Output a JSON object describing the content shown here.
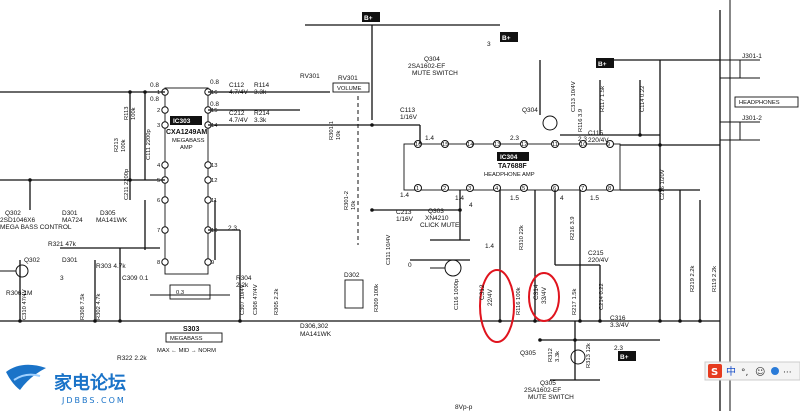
{
  "rail": {
    "bplus": "B+"
  },
  "ic303": {
    "ref": "IC303",
    "part": "CXA1249AM",
    "desc1": "MEGABASS",
    "desc2": "AMP",
    "pins_left": [
      "1",
      "2",
      "3",
      "4",
      "5",
      "6",
      "7",
      "8"
    ],
    "pins_right": [
      "16",
      "15",
      "14",
      "13",
      "12",
      "11",
      "10",
      "9"
    ]
  },
  "ic304": {
    "ref": "IC304",
    "part": "TA7688F",
    "desc": "HEADPHONE AMP",
    "pins_top": [
      "16",
      "15",
      "14",
      "13",
      "12",
      "11",
      "10",
      "9"
    ],
    "pins_bottom": [
      "1",
      "2",
      "3",
      "4",
      "5",
      "6",
      "7",
      "8"
    ]
  },
  "q302": {
    "ref": "Q302",
    "part": "2SD1046X6",
    "desc": "MEGA BASS CONTROL"
  },
  "d301": {
    "ref": "D301",
    "part": "MA724"
  },
  "d305": {
    "ref": "D305",
    "part": "MA141WK"
  },
  "q303": {
    "ref": "Q303",
    "part": "XN4210",
    "desc": "CLICK MUTE"
  },
  "q304": {
    "ref": "Q304",
    "part": "2SA1602-EF",
    "desc": "MUTE SWITCH"
  },
  "q305": {
    "ref": "Q305",
    "part": "2SA1602-EF",
    "desc": "MUTE SWITCH"
  },
  "d306": {
    "ref": "D306,302",
    "part": "MA141WK"
  },
  "rv301": {
    "ref": "RV301",
    "desc": "VOLUME"
  },
  "s303": {
    "ref": "S303",
    "desc": "MEGABASS",
    "modes": "MAX ← MID → NORM"
  },
  "headphones": {
    "label": "HEADPHONES",
    "j1": "J301-1",
    "j2": "J301-2"
  },
  "components": {
    "c112": "C112",
    "c112v": "4.7/4V",
    "r114": "R114",
    "r114v": "3.3k",
    "c212": "C212",
    "c212v": "4.7/4V",
    "r214": "R214",
    "r214v": "3.3k",
    "r113": "R113",
    "r113v": "100k",
    "r213": "R213",
    "r213v": "100k",
    "c111": "C111 2200p",
    "c211": "C211 2200p",
    "r321": "R321 47k",
    "r302": "R302 4.7k",
    "r303": "R303 4.7k",
    "c309": "C309 0.1",
    "c310": "C310 47/4V",
    "r308": "R308 7.5k",
    "r322": "R322 2.2k",
    "r304": "R304",
    "r304v": "2.2k",
    "c307": "C307 10/4V",
    "c308": "C308 47/4V",
    "r305": "R305 2.2k",
    "r301": "R301-1",
    "r301v": "10k",
    "r3012": "R301-2",
    "r3012v": "10k",
    "c113": "C113",
    "c113v": "1/16V",
    "c213": "C213",
    "c213v": "1/16V",
    "c311": "C311 10/4V",
    "c116": "C116 1000p",
    "r309": "R309 100k",
    "r310": "R310 22k",
    "c312": "C312",
    "c312v": "22/4V",
    "c314": "C314",
    "c314v": "33/4V",
    "r116": "R116 100k",
    "r216": "R216 3.9",
    "c215": "C215",
    "c215v": "220/4V",
    "r217": "R217 1.5k",
    "c214": "C214 0.22",
    "c316": "C316",
    "c316v": "3.3/4V",
    "r312": "R312",
    "r312v": "3.3k",
    "r313": "R313 12k",
    "c313": "C313 10/4V",
    "r117": "R117 1.5k",
    "r116b": "R116 3.9",
    "c114": "C114 0.22",
    "c115": "C115",
    "c115v": "220/4V",
    "c216": "C216 1/20V",
    "r219": "R219 2.2k",
    "r119": "R119 2.2k",
    "d302": "D302",
    "r306": "R306 1M",
    "vpp": "8Vp-p"
  },
  "nums": {
    "v08a": "0.8",
    "v08b": "0.8",
    "v08c": "0.8",
    "v08d": "0.8",
    "v23": "2.3",
    "v23b": "2.3",
    "v23c": "2.3",
    "v23d": "2.3",
    "v14": "1.4",
    "v14b": "1.4",
    "v14c": "1.4",
    "v14d": "1.4",
    "v15": "1.5",
    "v15b": "1.5",
    "v0": "0",
    "v0b": "0",
    "v3": "3",
    "v3b": "3",
    "v4": "4",
    "v4b": "4",
    "v23e": "2.3",
    "v03": "0.3"
  },
  "watermark": {
    "brand": "家电论坛",
    "site": "JDBBS.COM"
  },
  "taskbar": {
    "ime": "中",
    "dot": "°,",
    "smile": "☺",
    "mic": "🎤",
    "more": "···"
  }
}
